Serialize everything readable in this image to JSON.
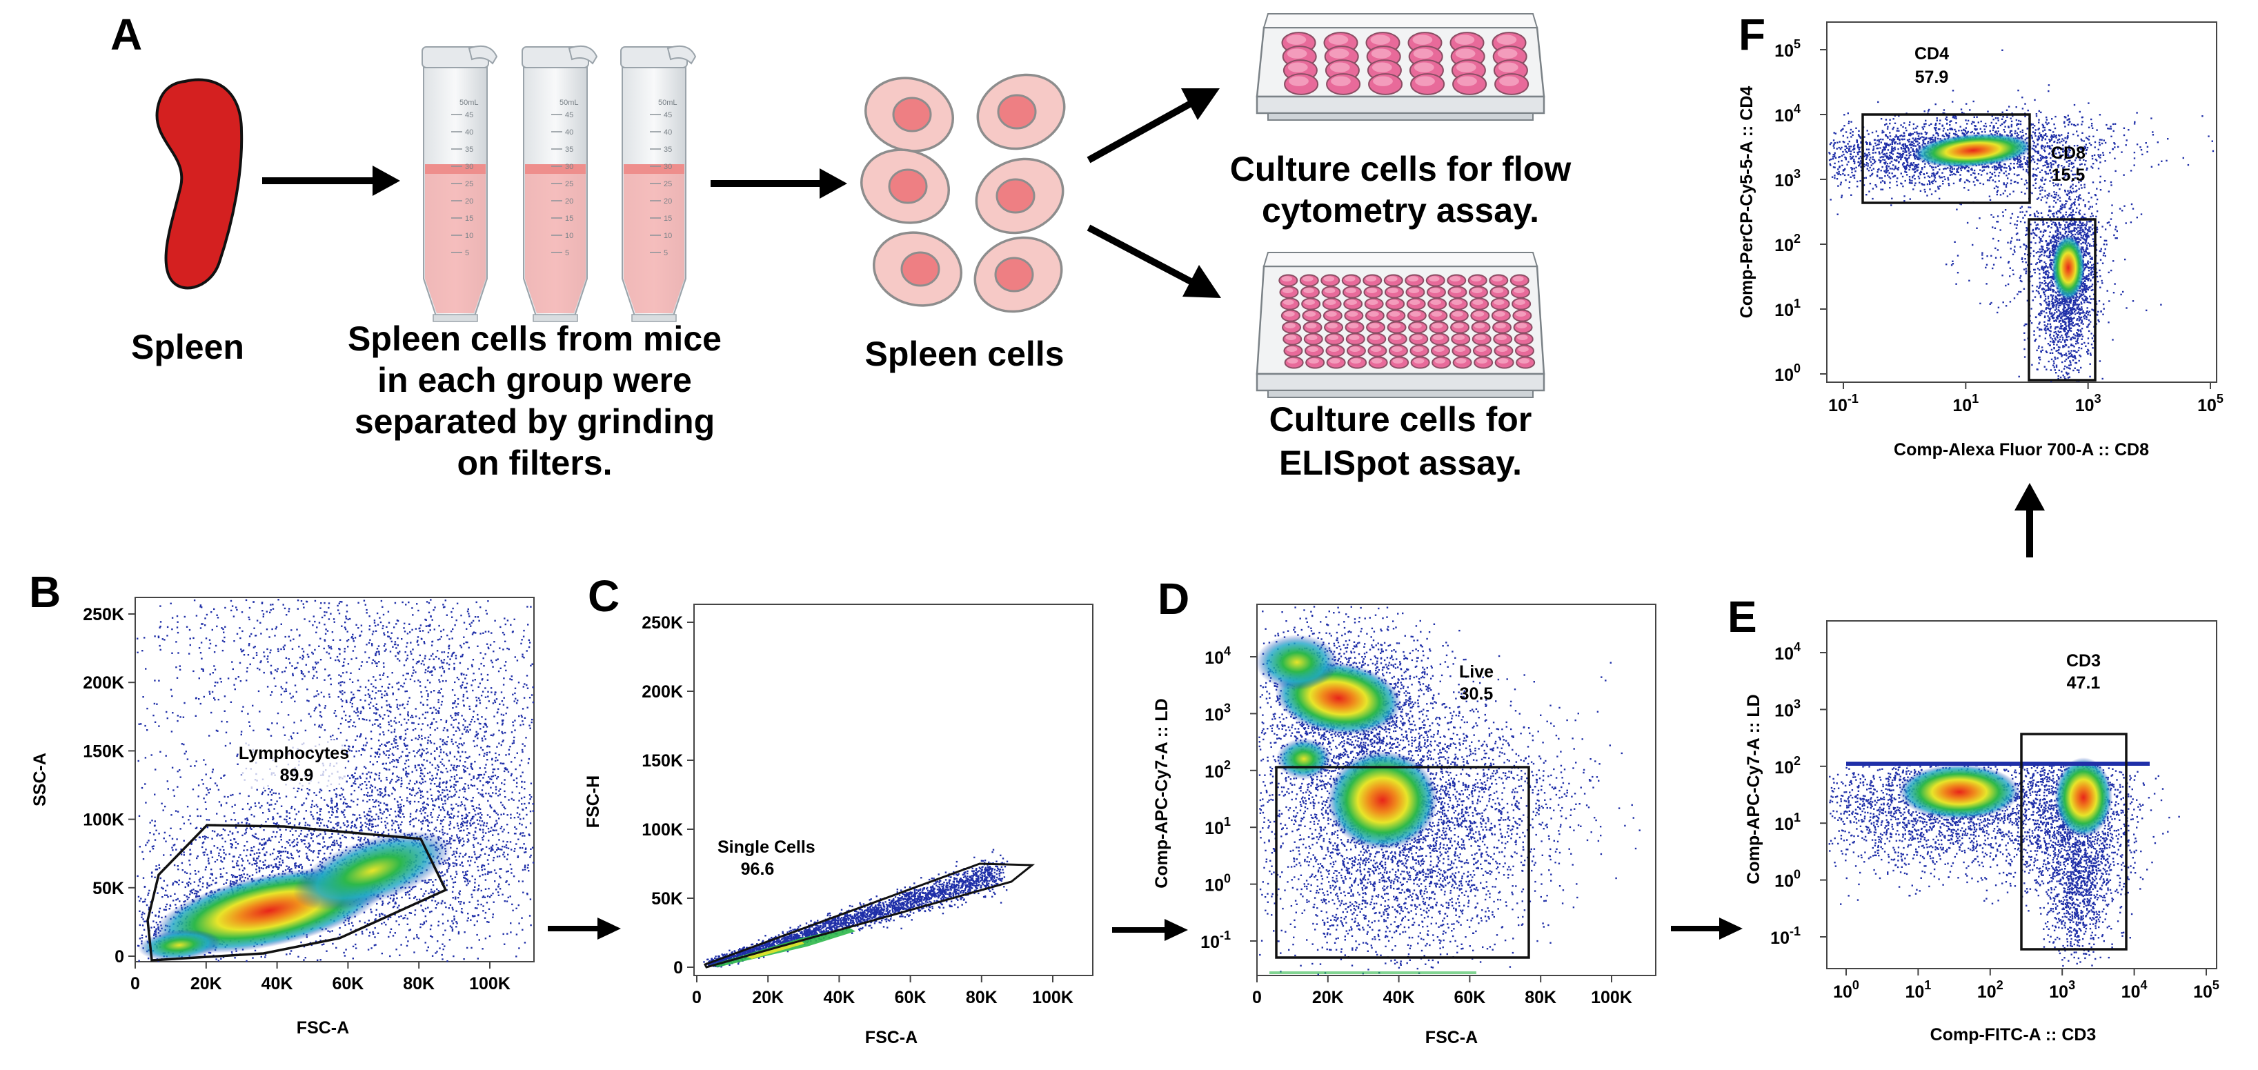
{
  "panels": {
    "A": {
      "letter": "A",
      "spleen_label": "Spleen",
      "tubes_caption": [
        "Spleen cells from mice",
        "in each group were",
        "separated by grinding",
        "on filters."
      ],
      "tube_volume_label": "50mL",
      "tube_scale": [
        "45",
        "40",
        "35",
        "30",
        "25",
        "20",
        "15",
        "10",
        "5"
      ],
      "cells_label": "Spleen cells",
      "flow_caption": [
        "Culture cells for  flow",
        "cytometry assay."
      ],
      "elispot_caption": [
        "Culture cells for",
        "ELISpot assay."
      ]
    },
    "B": {
      "letter": "B",
      "xlabel": "FSC-A",
      "ylabel": "SSC-A",
      "xticks": [
        "0",
        "20K",
        "40K",
        "60K",
        "80K",
        "100K"
      ],
      "yticks": [
        "0",
        "50K",
        "100K",
        "150K",
        "200K",
        "250K"
      ],
      "gate_name": "Lymphocytes",
      "gate_value": "89.9"
    },
    "C": {
      "letter": "C",
      "xlabel": "FSC-A",
      "ylabel": "FSC-H",
      "xticks": [
        "0",
        "20K",
        "40K",
        "60K",
        "80K",
        "100K"
      ],
      "yticks": [
        "0",
        "50K",
        "100K",
        "150K",
        "200K",
        "250K"
      ],
      "gate_name": "Single Cells",
      "gate_value": "96.6"
    },
    "D": {
      "letter": "D",
      "xlabel": "FSC-A",
      "ylabel": "Comp-APC-Cy7-A :: LD",
      "xticks": [
        "0",
        "20K",
        "40K",
        "60K",
        "80K",
        "100K"
      ],
      "yticks": [
        {
          "base": "10",
          "exp": "-1"
        },
        {
          "base": "10",
          "exp": "0"
        },
        {
          "base": "10",
          "exp": "1"
        },
        {
          "base": "10",
          "exp": "2"
        },
        {
          "base": "10",
          "exp": "3"
        },
        {
          "base": "10",
          "exp": "4"
        }
      ],
      "gate_name": "Live",
      "gate_value": "30.5"
    },
    "E": {
      "letter": "E",
      "xlabel": "Comp-FITC-A :: CD3",
      "ylabel": "Comp-APC-Cy7-A :: LD",
      "xticks": [
        {
          "base": "10",
          "exp": "0"
        },
        {
          "base": "10",
          "exp": "1"
        },
        {
          "base": "10",
          "exp": "2"
        },
        {
          "base": "10",
          "exp": "3"
        },
        {
          "base": "10",
          "exp": "4"
        },
        {
          "base": "10",
          "exp": "5"
        }
      ],
      "yticks": [
        {
          "base": "10",
          "exp": "-1"
        },
        {
          "base": "10",
          "exp": "0"
        },
        {
          "base": "10",
          "exp": "1"
        },
        {
          "base": "10",
          "exp": "2"
        },
        {
          "base": "10",
          "exp": "3"
        },
        {
          "base": "10",
          "exp": "4"
        }
      ],
      "gate_name": "CD3",
      "gate_value": "47.1"
    },
    "F": {
      "letter": "F",
      "xlabel": "Comp-Alexa Fluor 700-A :: CD8",
      "ylabel": "Comp-PerCP-Cy5-5-A :: CD4",
      "xticks": [
        {
          "base": "10",
          "exp": "-1"
        },
        {
          "base": "10",
          "exp": "1"
        },
        {
          "base": "10",
          "exp": "3"
        },
        {
          "base": "10",
          "exp": "5"
        }
      ],
      "yticks": [
        {
          "base": "10",
          "exp": "0"
        },
        {
          "base": "10",
          "exp": "1"
        },
        {
          "base": "10",
          "exp": "2"
        },
        {
          "base": "10",
          "exp": "3"
        },
        {
          "base": "10",
          "exp": "4"
        },
        {
          "base": "10",
          "exp": "5"
        }
      ],
      "gates": [
        {
          "name": "CD4",
          "value": "57.9"
        },
        {
          "name": "CD8",
          "value": "15.5"
        }
      ]
    }
  },
  "colors": {
    "spleen": "#d42020",
    "cell_outer": "#f6c9c6",
    "cell_inner": "#ee7f83",
    "plate_well": "#e86a9a",
    "tube_fill": "#f4a9a8",
    "dot_blue": "#1f2fa8",
    "density_green": "#2db84a",
    "density_yellow": "#e8e52a",
    "density_red": "#e8241a"
  }
}
